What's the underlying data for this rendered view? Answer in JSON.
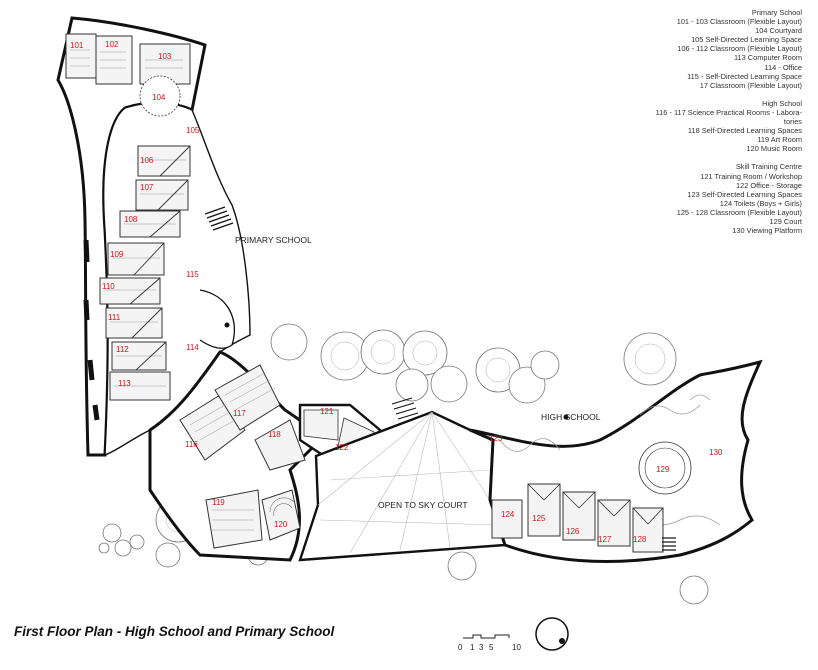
{
  "legend": {
    "primary": {
      "heading": "Primary School",
      "lines": [
        "101 - 103 Classroom (Flexible Layout)",
        "104 Courtyard",
        "105 Self-Directed Learning Space",
        "106 - 112 Classroom (Flexible Layout)",
        "113 Computer Room",
        "114 - Office",
        "115 - Self-Directed Learning Space",
        "17 Classroom (Flexible Layout)"
      ]
    },
    "high": {
      "heading": "High School",
      "lines": [
        "116 - 117 Science Practical Rooms - Labora-",
        "tories",
        "118 Self-Directed Learning Spaces",
        "119 Art Room",
        "120 Music Room"
      ]
    },
    "skill": {
      "heading": "Skill Training Centre",
      "lines": [
        "121 Training Room / Workshop",
        "122 Office - Storage",
        "123 Self-Directed Learning Spaces",
        "124 Toilets (Boys + Girls)",
        "125 - 128 Classroom (Flexible Layout)",
        "129 Court",
        "130 Viewing Platform"
      ]
    }
  },
  "zones": {
    "primary": "PRIMARY SCHOOL",
    "high": "HIGH SCHOOL",
    "court": "OPEN TO SKY COURT"
  },
  "rooms": {
    "r101": "101",
    "r102": "102",
    "r103": "103",
    "r104": "104",
    "r105": "105",
    "r106": "106",
    "r107": "107",
    "r108": "108",
    "r109": "109",
    "r110": "110",
    "r111": "111",
    "r112": "112",
    "r113": "113",
    "r114": "114",
    "r115": "115",
    "r116": "116",
    "r117": "117",
    "r118": "118",
    "r119": "119",
    "r120": "120",
    "r121": "121",
    "r122": "122",
    "r123": "123",
    "r124": "124",
    "r125": "125",
    "r126": "126",
    "r127": "127",
    "r128": "128",
    "r129": "129",
    "r130": "130"
  },
  "scale": {
    "ticks": [
      "0",
      "1",
      "3",
      "5",
      "10"
    ]
  },
  "caption": "First Floor Plan - High School and Primary School",
  "colors": {
    "room_number": "#d0161b",
    "wall": "#111111",
    "line": "#555555"
  }
}
